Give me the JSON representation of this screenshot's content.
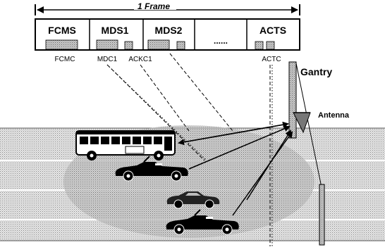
{
  "frame": {
    "span_label": "1 Frame",
    "slots": [
      {
        "label": "FCMS"
      },
      {
        "label": "MDS1"
      },
      {
        "label": "MDS2"
      },
      {
        "label": "......"
      },
      {
        "label": "ACTS"
      }
    ],
    "channel_labels": [
      "FCMC",
      "MDC1",
      "ACKC1",
      "ACTC"
    ]
  },
  "roadside": {
    "gantry_label": "Gantry",
    "antenna_label": "Antenna"
  },
  "vehicles": [
    "bus",
    "convertible",
    "sports-car",
    "convertible"
  ],
  "colors": {
    "ink": "#000000",
    "road": "#d9d9d9",
    "coverage": "#bdbdbd",
    "slot_block": "#b0b0b0"
  }
}
